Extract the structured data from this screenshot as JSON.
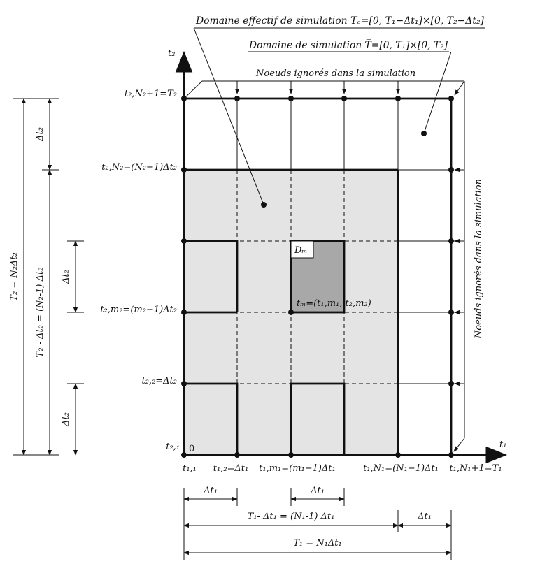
{
  "domains": {
    "effective": "Domaine effectif de simulation T̅ₑ=[0, T₁−Δt₁]×[0, T₂−Δt₂]",
    "full": "Domaine de simulation T̅=[0, T₁]×[0, T₂]"
  },
  "ignored_top": "Noeuds ignorés dans la simulation",
  "ignored_right": "Noeuds ignorés dans la simulation",
  "axes": {
    "t1": "t₁",
    "t2": "t₂",
    "origin": "0"
  },
  "t2_labels": {
    "top": "t₂,N₂+1=T₂",
    "n2": "t₂,N₂=(N₂−1)Δt₂",
    "m2": "t₂,m₂=(m₂−1)Δt₂",
    "two": "t₂,₂=Δt₂",
    "one": "t₂,₁"
  },
  "t1_labels": {
    "one": "t₁,₁",
    "two": "t₁,₂=Δt₁",
    "m1": "t₁,m₁=(m₁−1)Δt₁",
    "n1": "t₁,N₁=(N₁−1)Δt₁",
    "last": "t₁,N₁+1=T₁"
  },
  "cell": {
    "name": "Dₘ",
    "point": "tₘ=(t₁,m₁, t₂,m₂)"
  },
  "left_dims": {
    "dt2_top": "Δt₂",
    "dt2_mid": "Δt₂",
    "dt2_bottom": "Δt₂",
    "t2_minus": "T₂ - Δt₂ = (N₂-1) Δt₂",
    "t2_total": "T₂ = N₂Δt₂"
  },
  "bottom_dims": {
    "dt1_a": "Δt₁",
    "dt1_b": "Δt₁",
    "dt1_c": "Δt₁",
    "t1_minus": "T₁- Δt₁ = (N₁-1) Δt₁",
    "t1_total": "T₁ = N₁Δt₁"
  }
}
